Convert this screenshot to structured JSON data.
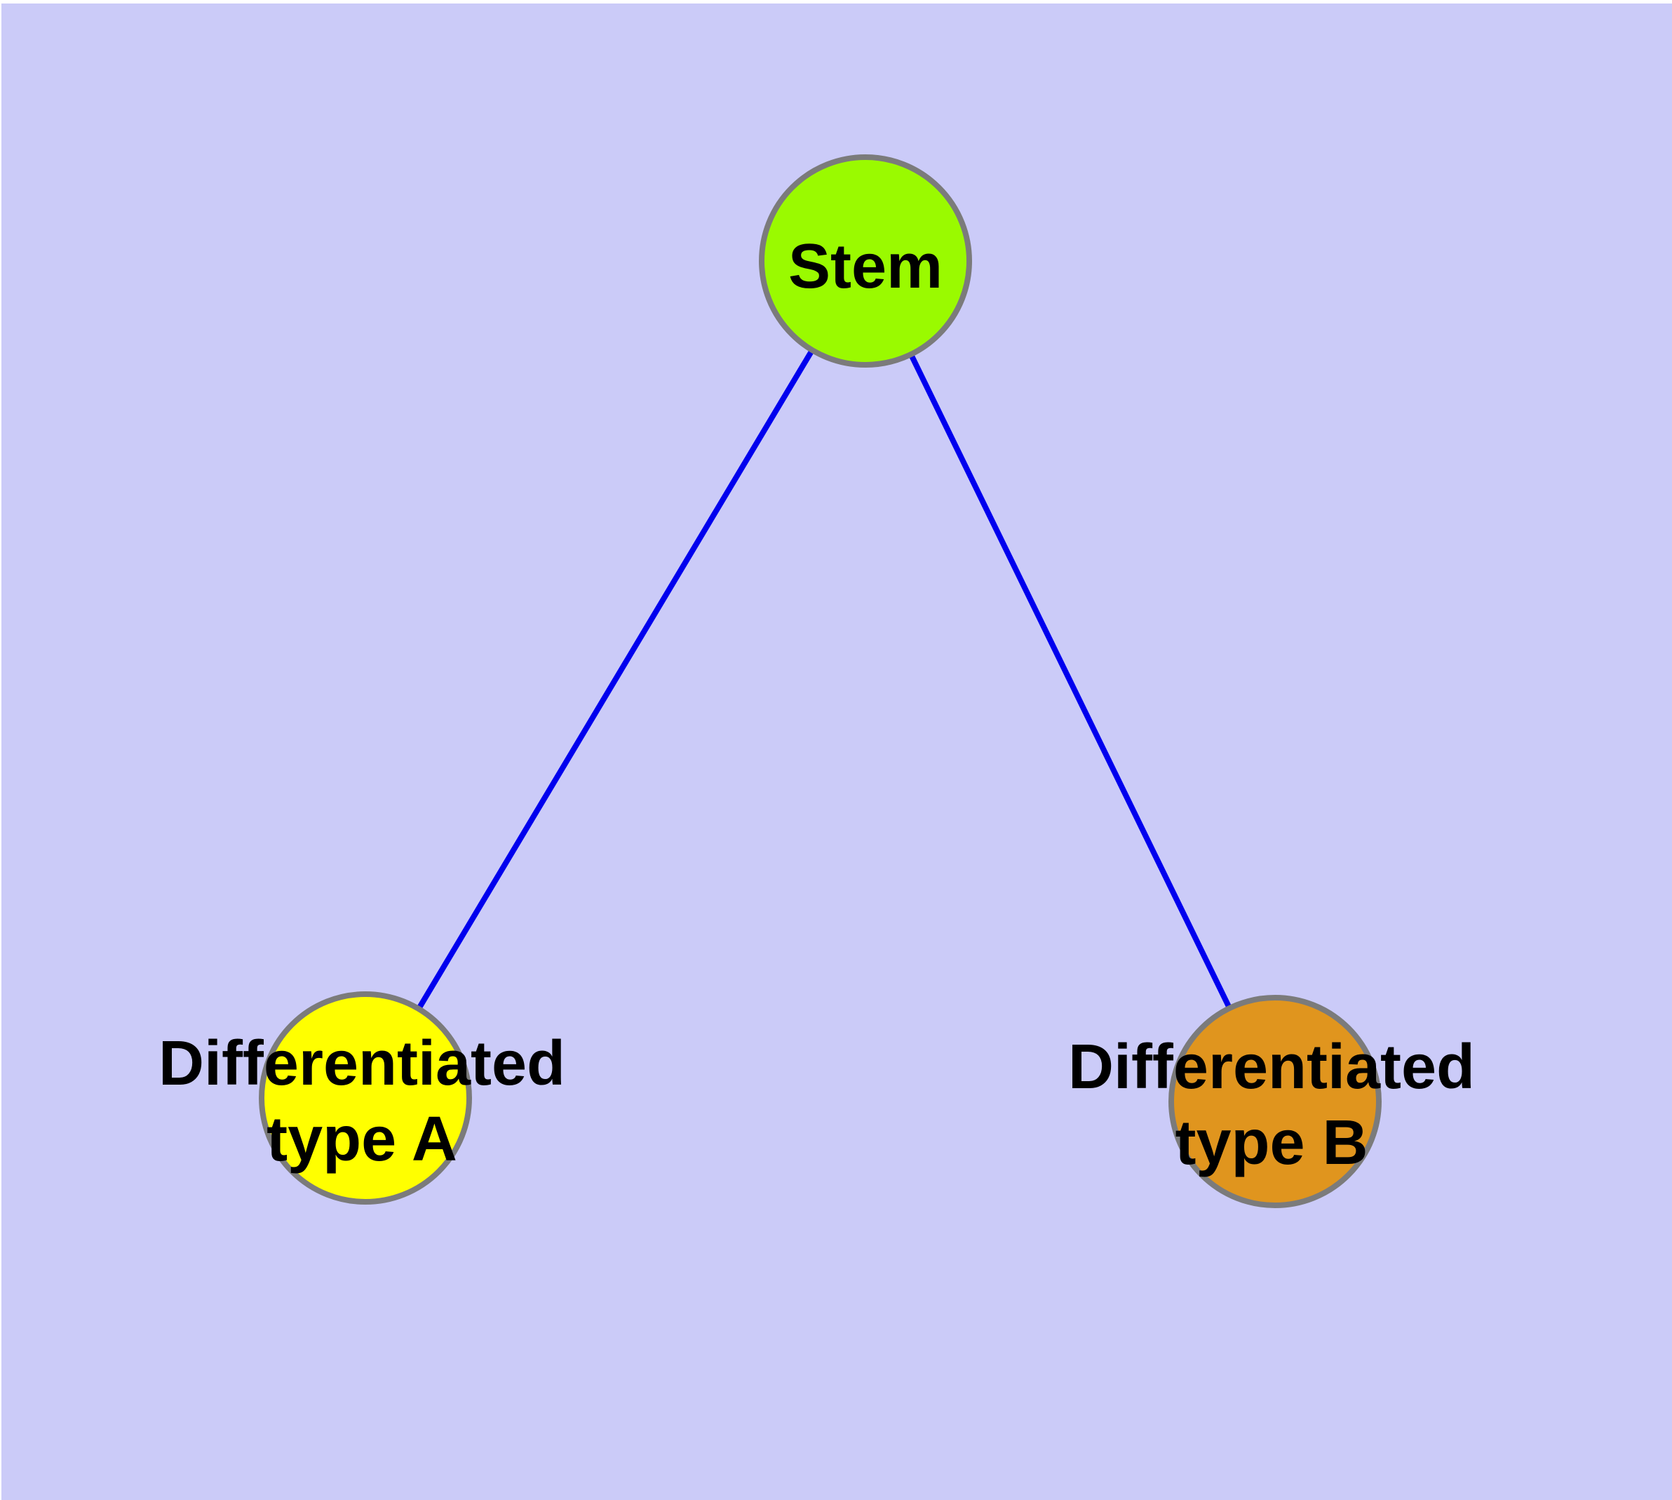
{
  "diagram": {
    "background_color": "#cbcbf8",
    "top_margin_color": "#ffffff",
    "edge_color": "#0000ee",
    "node_border_color": "#7b7b7b",
    "label_color": "#000000",
    "nodes": [
      {
        "id": "stem",
        "label": "Stem",
        "fill": "#9afa00"
      },
      {
        "id": "differentiated-type-a",
        "label_line1": "Differentiated",
        "label_line2": "type A",
        "fill": "#ffff00"
      },
      {
        "id": "differentiated-type-b",
        "label_line1": "Differentiated",
        "label_line2": "type B",
        "fill": "#e0951e"
      }
    ],
    "edges": [
      {
        "from": "stem",
        "to": "differentiated-type-a"
      },
      {
        "from": "stem",
        "to": "differentiated-type-b"
      }
    ]
  }
}
